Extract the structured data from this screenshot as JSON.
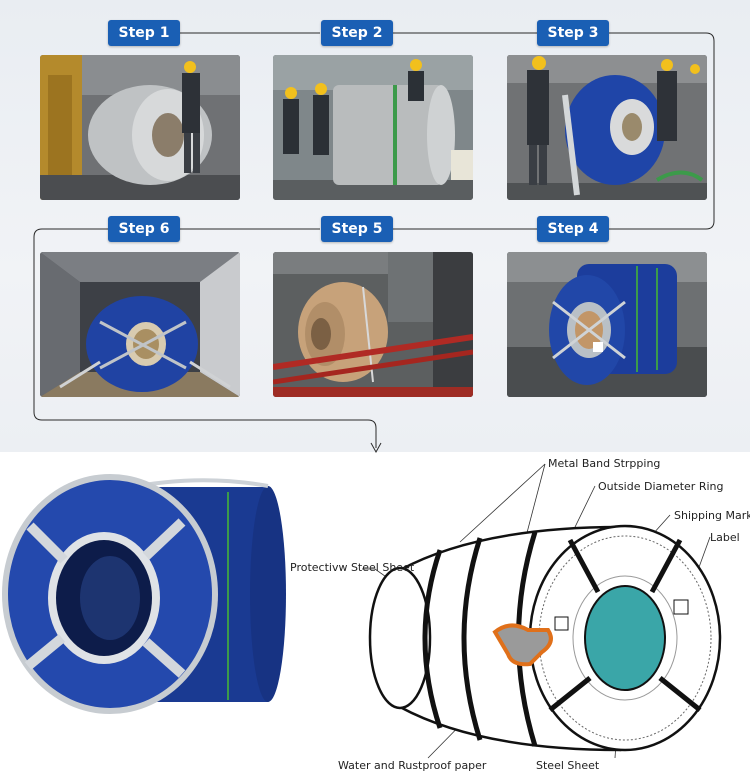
{
  "steps": [
    {
      "label": "Step 1"
    },
    {
      "label": "Step 2"
    },
    {
      "label": "Step 3"
    },
    {
      "label": "Step 4"
    },
    {
      "label": "Step 5"
    },
    {
      "label": "Step 6"
    }
  ],
  "callouts": {
    "metal_band": "Metal Band Strpping",
    "outside_ring": "Outside Diameter Ring",
    "shipping_mark": "Shipping Mark",
    "label": "Label",
    "protective_sheet": "Protectivw Steel Sheet",
    "paper": "Water and Rustproof paper",
    "steel_sheet": "Steel Sheet"
  },
  "colors": {
    "step_badge": "#1a5fb4",
    "coil_blue": "#1f45a8",
    "steel_teal": "#3aa6a8",
    "paper_orange": "#e0701a"
  }
}
